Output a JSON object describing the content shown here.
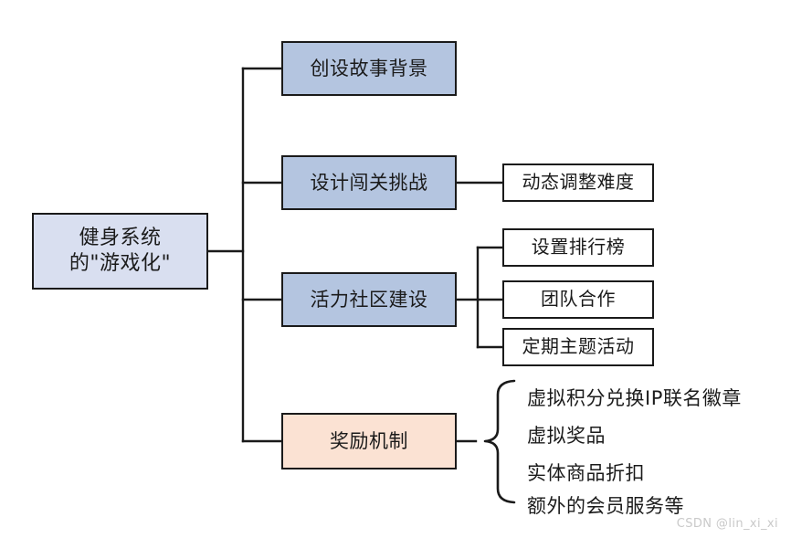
{
  "diagram": {
    "title": "健身系统的\"游戏化\"",
    "root": {
      "label": "健身系统\n的\"游戏化\"",
      "fill": "#d9dff0",
      "stroke": "#1a1a1a"
    },
    "branches": [
      {
        "label": "创设故事背景",
        "fill": "#b4c5e0",
        "children": []
      },
      {
        "label": "设计闯关挑战",
        "fill": "#b4c5e0",
        "children": [
          {
            "label": "动态调整难度",
            "fill": "#ffffff"
          }
        ]
      },
      {
        "label": "活力社区建设",
        "fill": "#b4c5e0",
        "children": [
          {
            "label": "设置排行榜",
            "fill": "#ffffff"
          },
          {
            "label": "团队合作",
            "fill": "#ffffff"
          },
          {
            "label": "定期主题活动",
            "fill": "#ffffff"
          }
        ]
      },
      {
        "label": "奖励机制",
        "fill": "#fbe2d3",
        "children": [
          {
            "label": "虚拟积分兑换IP联名徽章",
            "fill": "none"
          },
          {
            "label": "虚拟奖品",
            "fill": "none"
          },
          {
            "label": "实体商品折扣",
            "fill": "none"
          },
          {
            "label": "额外的会员服务等",
            "fill": "none"
          }
        ]
      }
    ],
    "connector_style": "orthogonal-elbow",
    "brace_connector": "curly-brace",
    "watermark": "CSDN @lin_xi_xi"
  }
}
